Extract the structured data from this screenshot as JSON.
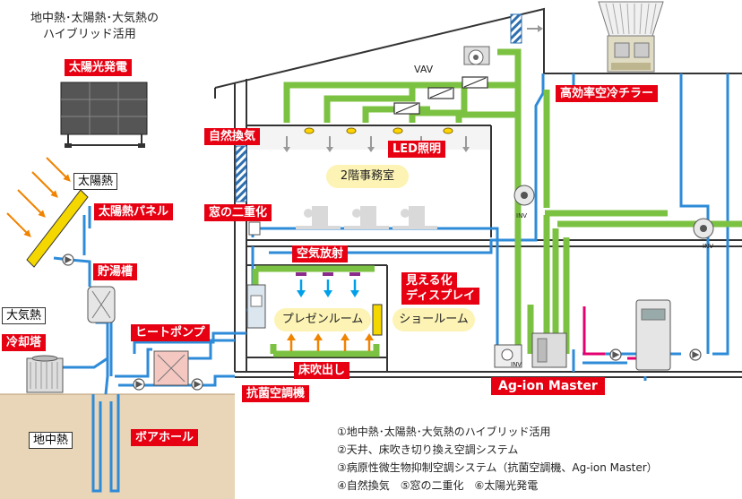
{
  "title": {
    "line1": "地中熱･太陽熱･大気熱の",
    "line2": "ハイブリッド活用"
  },
  "labels": {
    "solar_power": "太陽光発電",
    "solar_heat": "太陽熱",
    "solar_panel": "太陽熱パネル",
    "hot_water_tank": "貯湯槽",
    "air_heat": "大気熱",
    "cooling_tower": "冷却塔",
    "heat_pump": "ヒートポンプ",
    "ground_heat": "地中熱",
    "borehole": "ボアホール",
    "antibacterial_ac": "抗菌空調機",
    "floor_outlet": "床吹出し",
    "natural_ventilation": "自然換気",
    "double_window": "窓の二重化",
    "led": "LED照明",
    "office_2f": "2階事務室",
    "radiant_air": "空気放射",
    "display": {
      "line1": "見える化",
      "line2": "ディスプレイ"
    },
    "presentation_room": "プレゼンルーム",
    "showroom": "ショールーム",
    "chiller": "高効率空冷チラー",
    "agion": "Ag-ion Master",
    "vav": "VAV",
    "inv1": "INV",
    "inv2": "INV",
    "inv3": "INV"
  },
  "legend": [
    "①地中熱･太陽熱･大気熱のハイブリッド活用",
    "②天井、床吹き切り換え空調システム",
    "③病原性微生物抑制空調システム（抗菌空調機、Ag-ion Master）",
    "④自然換気　⑤窓の二重化　⑥太陽光発電"
  ],
  "colors": {
    "water_blue": "#2e8bd8",
    "air_green": "#7cc242",
    "accent_red": "#e60012",
    "hot_pink": "#e4006e",
    "arrow_orange": "#f08300",
    "arrow_cyan": "#00a0e9",
    "ground": "#e9d6b8",
    "building_line": "#333333"
  }
}
